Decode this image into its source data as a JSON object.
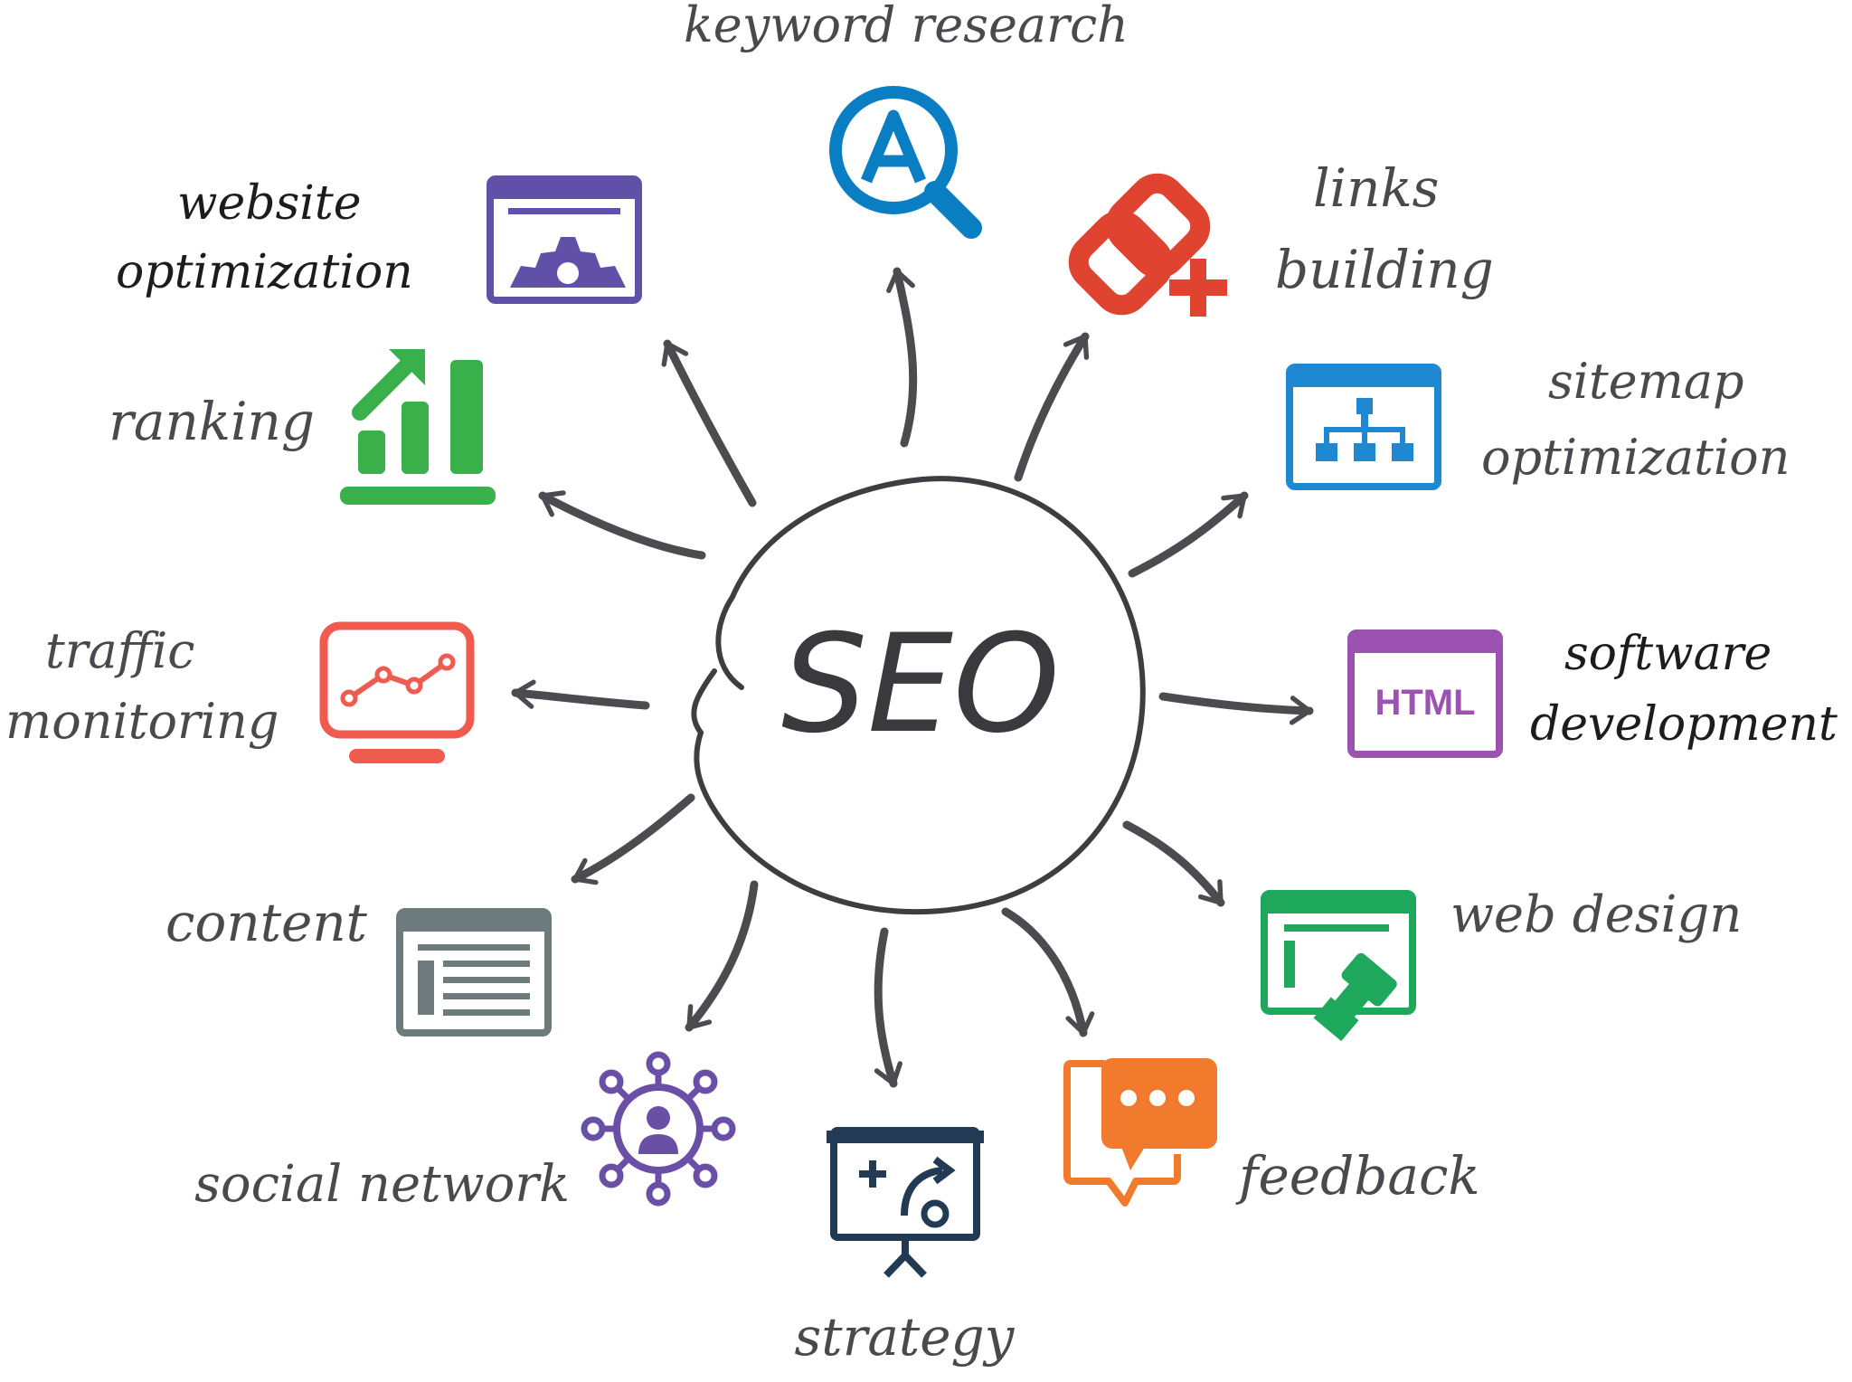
{
  "center": {
    "label": "SEO"
  },
  "nodes": [
    {
      "id": "keyword-research",
      "lines": [
        "keyword research"
      ],
      "icon": "search-letter-a-icon",
      "color": "#0a7ec2"
    },
    {
      "id": "links-building",
      "lines": [
        "links",
        "building"
      ],
      "icon": "chain-link-plus-icon",
      "color": "#e0432f"
    },
    {
      "id": "sitemap-optimization",
      "lines": [
        "sitemap",
        "optimization"
      ],
      "icon": "sitemap-window-icon",
      "color": "#1e88d2"
    },
    {
      "id": "software-development",
      "lines": [
        "software",
        "development"
      ],
      "icon": "html-window-icon",
      "color": "#9b52b0",
      "badge": "HTML"
    },
    {
      "id": "web-design",
      "lines": [
        "web design"
      ],
      "icon": "web-design-window-icon",
      "color": "#1ea85b"
    },
    {
      "id": "feedback",
      "lines": [
        "feedback"
      ],
      "icon": "chat-bubbles-icon",
      "color": "#f27a2c"
    },
    {
      "id": "strategy",
      "lines": [
        "strategy"
      ],
      "icon": "strategy-board-icon",
      "color": "#233a55"
    },
    {
      "id": "social-network",
      "lines": [
        "social network"
      ],
      "icon": "social-network-hub-icon",
      "color": "#6a4fa6"
    },
    {
      "id": "content",
      "lines": [
        "content"
      ],
      "icon": "content-window-icon",
      "color": "#6e7b7c"
    },
    {
      "id": "traffic-monitoring",
      "lines": [
        "traffic",
        "monitoring"
      ],
      "icon": "monitor-line-chart-icon",
      "color": "#ef5b4f"
    },
    {
      "id": "ranking",
      "lines": [
        "ranking"
      ],
      "icon": "bar-chart-up-icon",
      "color": "#3ab04a"
    },
    {
      "id": "website-optimization",
      "lines": [
        "website",
        "optimization"
      ],
      "icon": "gear-window-icon",
      "color": "#6150a8"
    }
  ]
}
